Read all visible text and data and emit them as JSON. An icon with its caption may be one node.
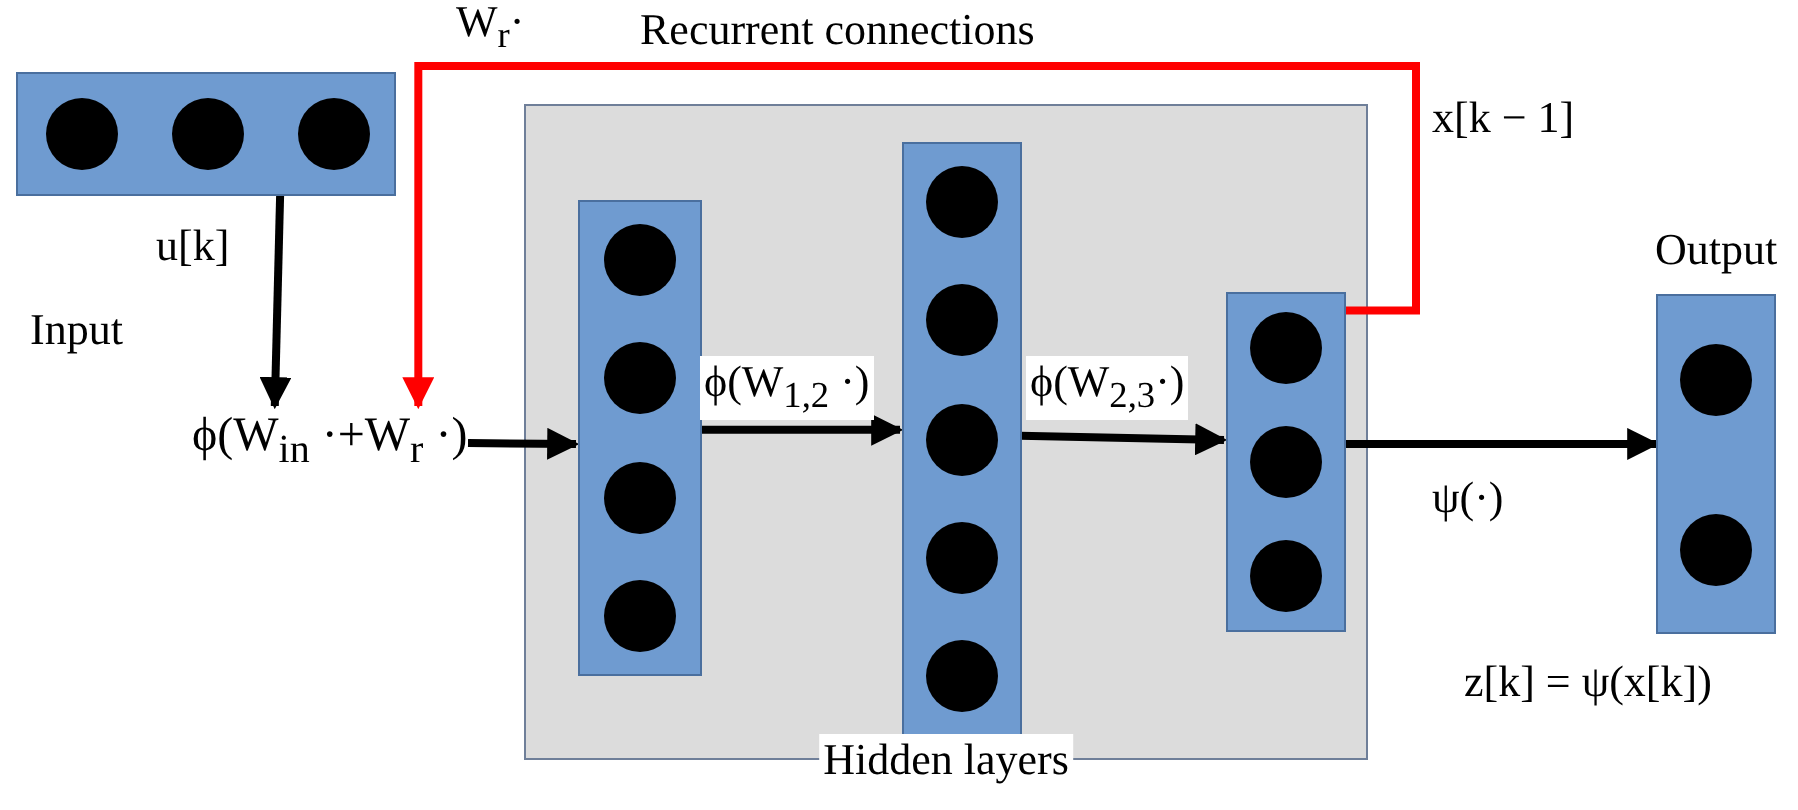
{
  "diagram": {
    "nodes": [
      {
        "text": [],
        "shape": "box",
        "beside": [
          "u[k]"
        ]
      },
      {
        "text": [
          "ϕ(W$_{in}$ ·+W$_{r}$ ·)"
        ]
      },
      {
        "text": [
          "Hidden layers"
        ]
      },
      {
        "text": [],
        "shape": "box",
        "in": 2
      },
      {
        "text": [],
        "shape": "box",
        "in": 2
      },
      {
        "text": [],
        "shape": "box",
        "in": 2
      },
      {
        "text": [
          "Output"
        ],
        "beside": [
          "z[k] = ψ(x[k])"
        ]
      }
    ],
    "edges": [
      {
        "from": 0,
        "to": 1,
        "arrow": "to"
      },
      {
        "from": 1,
        "to": 3,
        "arrow": "to"
      },
      {
        "from": 3,
        "to": 4,
        "arrow": "to",
        "label": "ϕ(W$_{1,2}$ ·)"
      },
      {
        "from": 4,
        "to": 5,
        "arrow": "to",
        "label": "ϕ(W$_{2,3}$·)"
      },
      {
        "from": 5,
        "to": 6,
        "arrow": "to",
        "label": "ψ(·)"
      },
      {
        "from": 5,
        "to": 1,
        "arrow": "to",
        "label": "Recurrent connections",
        "color": "#ff0000"
      }
    ],
    "labels": [
      "W$_{r}$·",
      "x[k − 1]",
      "Input"
    ]
  }
}
